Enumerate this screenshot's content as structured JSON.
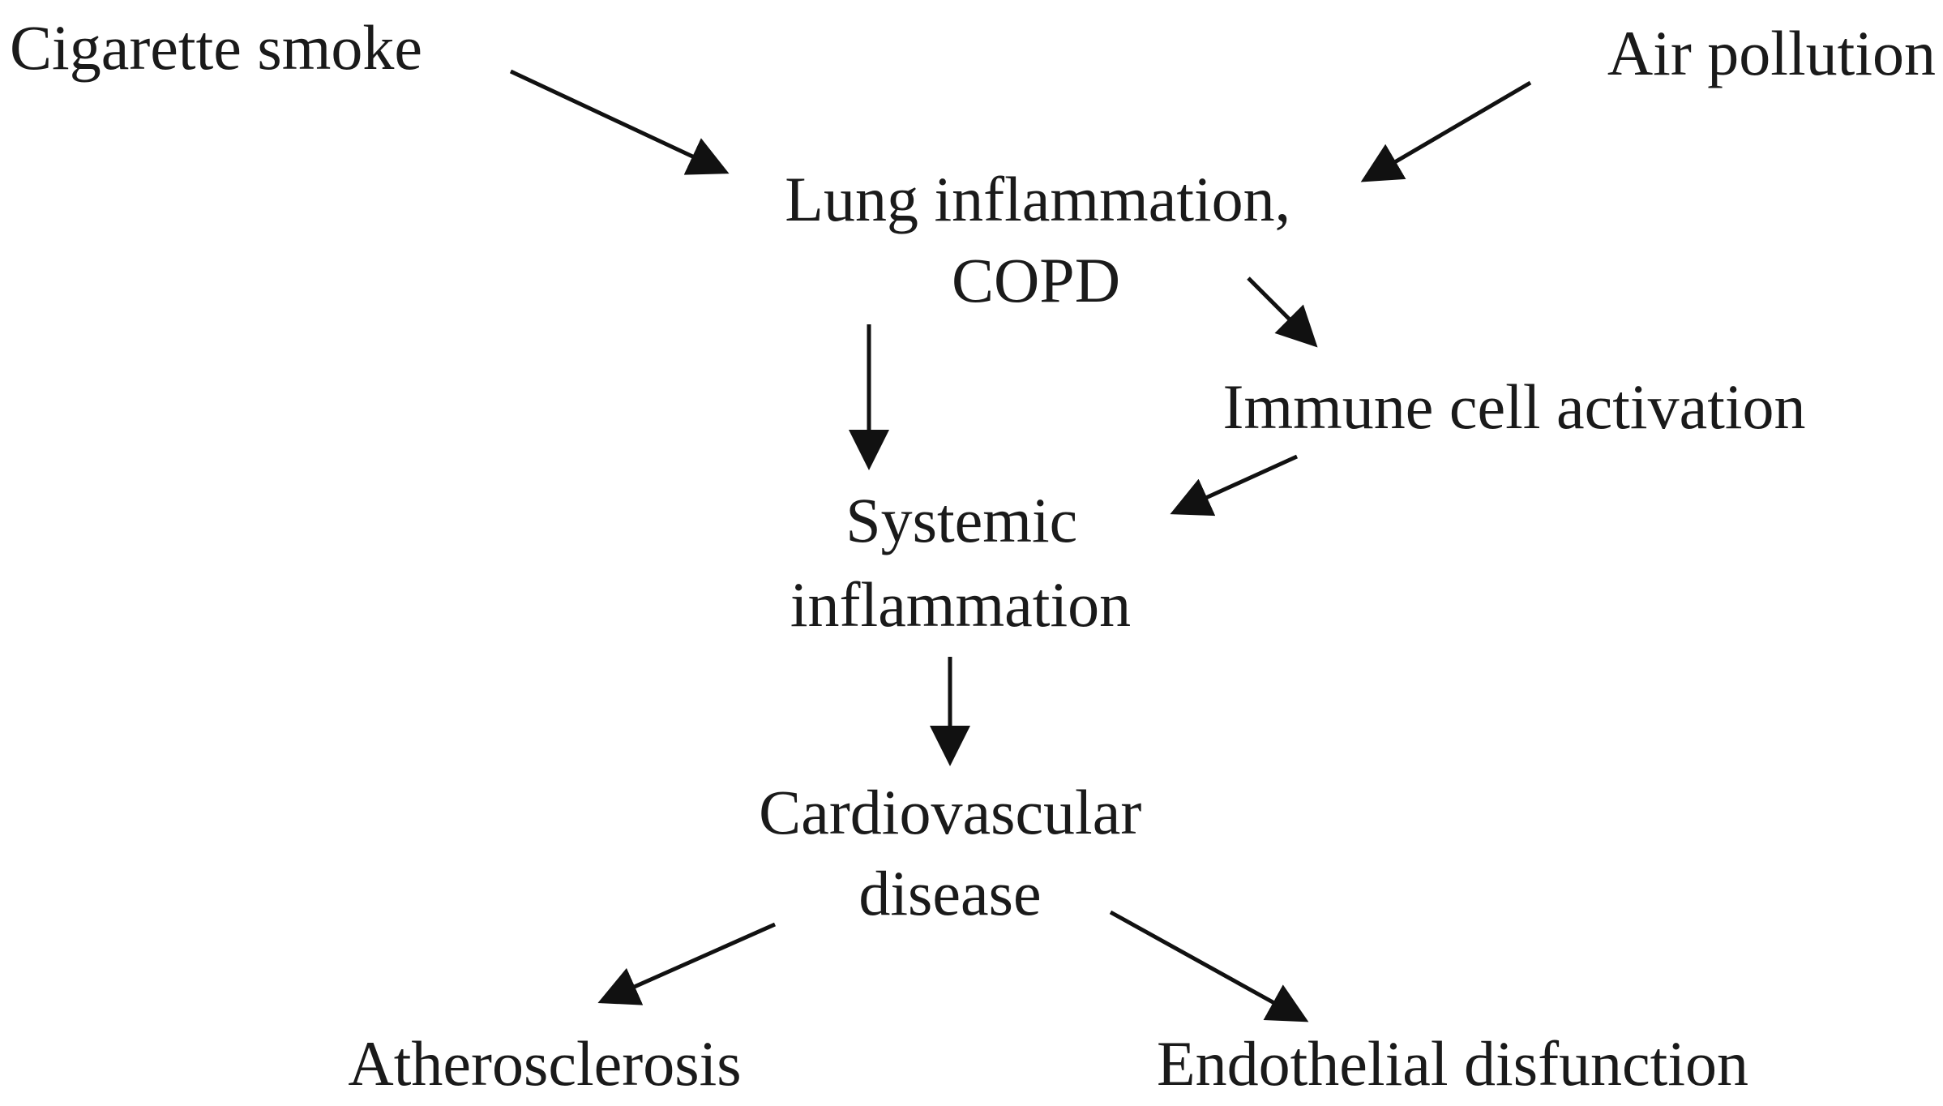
{
  "nodes": {
    "cigarette_smoke": [
      "Cigarette smoke"
    ],
    "air_pollution": [
      "Air pollution"
    ],
    "lung_inflammation": [
      "Lung inflammation,",
      "COPD"
    ],
    "immune_cell_activation": [
      "Immune cell activation"
    ],
    "systemic_inflammation": [
      "Systemic",
      "inflammation"
    ],
    "cardiovascular_disease": [
      "Cardiovascular",
      "disease"
    ],
    "atherosclerosis": [
      "Atherosclerosis"
    ],
    "endothelial_disfunction": [
      "Endothelial disfunction"
    ]
  },
  "edges": [
    {
      "from": "cigarette_smoke",
      "to": "lung_inflammation"
    },
    {
      "from": "air_pollution",
      "to": "lung_inflammation"
    },
    {
      "from": "lung_inflammation",
      "to": "immune_cell_activation"
    },
    {
      "from": "lung_inflammation",
      "to": "systemic_inflammation"
    },
    {
      "from": "immune_cell_activation",
      "to": "systemic_inflammation"
    },
    {
      "from": "systemic_inflammation",
      "to": "cardiovascular_disease"
    },
    {
      "from": "cardiovascular_disease",
      "to": "atherosclerosis"
    },
    {
      "from": "cardiovascular_disease",
      "to": "endothelial_disfunction"
    }
  ]
}
